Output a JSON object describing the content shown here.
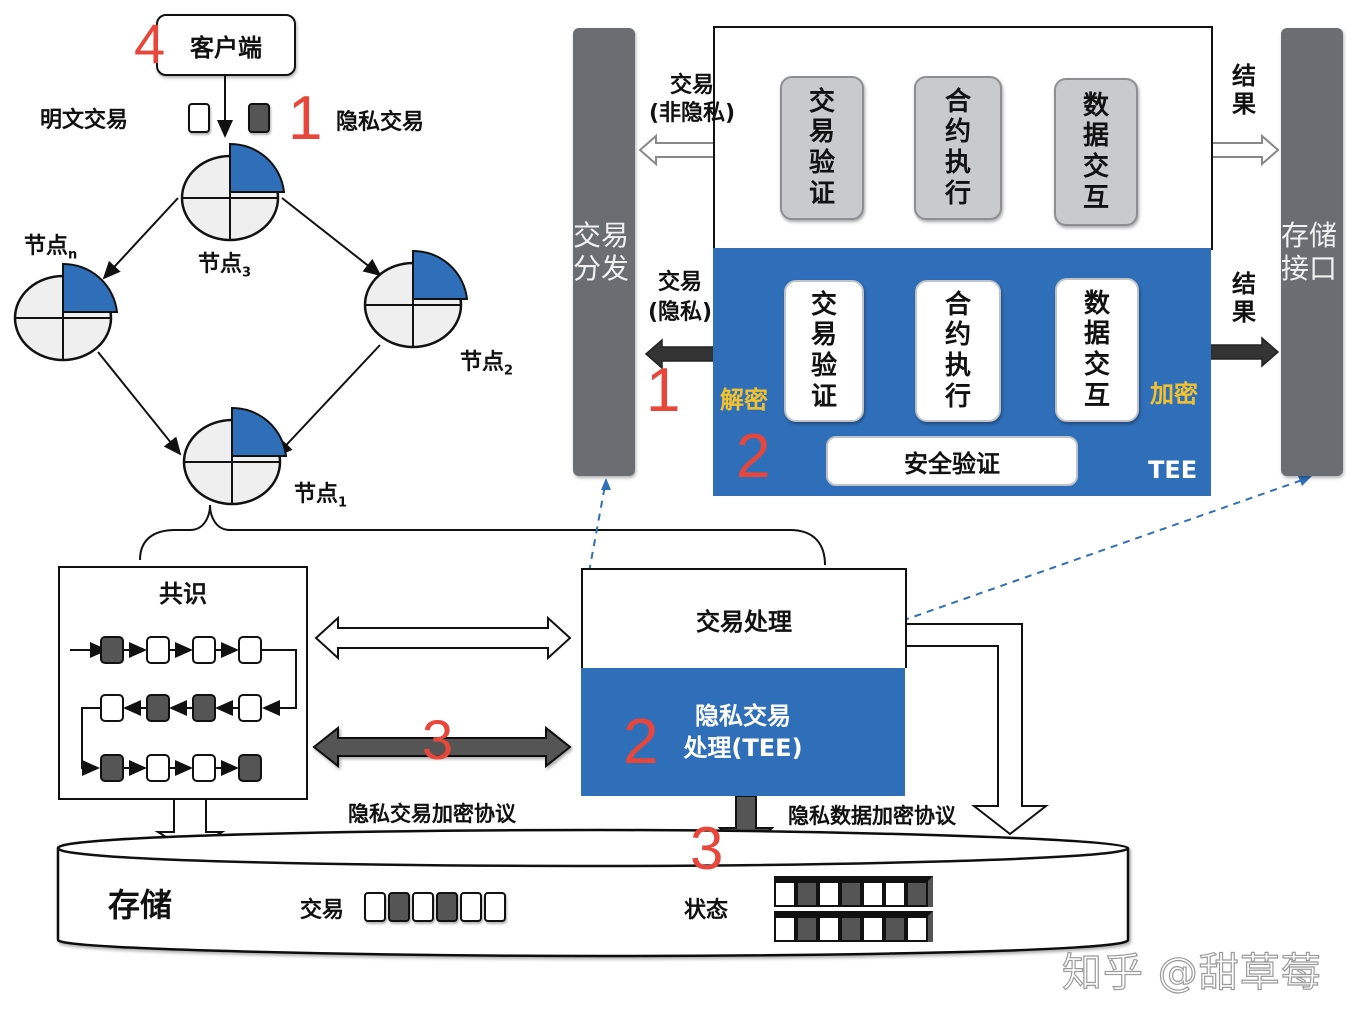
{
  "colors": {
    "tee_blue": "#2f6fba",
    "bar_gray": "#6a6d72",
    "pill_gray": "#c9cacc",
    "marker_red": "#e8463a",
    "label_yellow": "#f2c12e",
    "private_tx_fill": "#555555",
    "plain_tx_fill": "#ffffff"
  },
  "client": {
    "label": "客户端",
    "step": "4"
  },
  "legend": {
    "plain_tx_label": "明文交易",
    "private_tx_label": "隐私交易",
    "step": "1"
  },
  "network": {
    "nodes": [
      {
        "name": "节点",
        "sub": "3"
      },
      {
        "name": "节点",
        "sub": "2"
      },
      {
        "name": "节点",
        "sub": "1"
      },
      {
        "name": "节点",
        "sub": "n"
      }
    ]
  },
  "consensus": {
    "title": "共识",
    "rows": [
      [
        "private",
        "plain",
        "plain",
        "plain"
      ],
      [
        "plain",
        "private",
        "private",
        "plain"
      ],
      [
        "private",
        "plain",
        "plain",
        "private"
      ]
    ]
  },
  "link_step": "3",
  "tx_processing": {
    "title": "交易处理",
    "private_title_line1": "隐私交易",
    "private_title_line2": "处理(TEE)",
    "step": "2"
  },
  "protocols": {
    "private_tx": "隐私交易加密协议",
    "private_data": "隐私数据加密协议",
    "step": "3"
  },
  "storage": {
    "title": "存储",
    "tx_label": "交易",
    "tx_blocks": [
      "plain",
      "private",
      "plain",
      "private",
      "plain",
      "plain"
    ],
    "state_label": "状态",
    "state_rows": [
      [
        "plain",
        "private",
        "plain",
        "private",
        "plain",
        "plain",
        "private"
      ],
      [
        "plain",
        "private",
        "plain",
        "private",
        "plain",
        "private",
        "plain"
      ]
    ]
  },
  "detail": {
    "dispatch_bar": "交易分发",
    "storage_bar": "存储接口",
    "public_input": {
      "line1": "交易",
      "line2": "(非隐私)"
    },
    "private_input": {
      "line1": "交易",
      "line2": "(隐私)"
    },
    "result_label": "结果",
    "steps": [
      "交易验证",
      "合约执行",
      "数据交互"
    ],
    "decrypt_label": "解密",
    "encrypt_label": "加密",
    "security_check": "安全验证",
    "tee_label": "TEE",
    "step_1": "1",
    "step_2": "2"
  },
  "watermark": "知乎 @甜草莓"
}
